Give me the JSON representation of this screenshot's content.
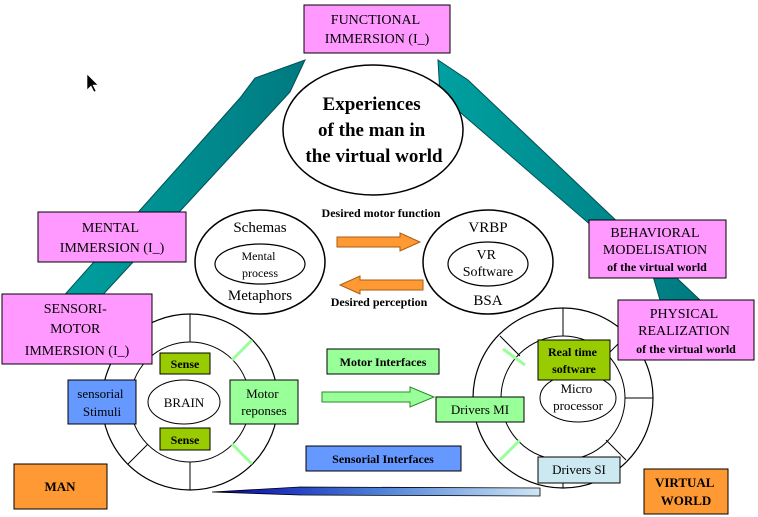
{
  "nodes": {
    "functional": [
      "FUNCTIONAL",
      "IMMERSION (I_)"
    ],
    "mental": [
      "MENTAL",
      "IMMERSION (I_)"
    ],
    "sensori": [
      "SENSORI-",
      "MOTOR",
      "IMMERSION (I_)"
    ],
    "behavioral": [
      "BEHAVIORAL",
      "MODELISATION",
      "of the virtual world"
    ],
    "physical": [
      "PHYSICAL",
      "REALIZATION",
      "of the virtual world"
    ],
    "experiences": [
      "Experiences",
      "of the man in",
      "the virtual world"
    ],
    "schemas": "Schemas",
    "mental_process": [
      "Mental",
      "process"
    ],
    "metaphors": "Metaphors",
    "vrbp": "VRBP",
    "vr_software": [
      "VR",
      "Software"
    ],
    "bsa": "BSA",
    "desired_motor": "Desired motor function",
    "desired_perception": "Desired perception",
    "sense_top": "Sense",
    "sense_bottom": "Sense",
    "sensorial_stimuli": [
      "sensorial",
      "Stimuli"
    ],
    "brain": "BRAIN",
    "motor_reponses": [
      "Motor",
      "reponses"
    ],
    "motor_interfaces": "Motor Interfaces",
    "drivers_mi": "Drivers MI",
    "real_time": [
      "Real time",
      "software"
    ],
    "micro": [
      "Micro",
      "processor"
    ],
    "drivers_si": "Drivers SI",
    "sensorial_interfaces": "Sensorial Interfaces",
    "man": "MAN",
    "virtual_world": [
      "VIRTUAL",
      "WORLD"
    ]
  },
  "colors": {
    "pink": "#ff99ff",
    "teal": "#008b8b",
    "orange": "#ff9933",
    "arrow_orange": "#ff9933",
    "yellow_green": "#99cc00",
    "light_green": "#99ff99",
    "blue": "#6699ff",
    "light_cyan": "#cce8f0"
  }
}
